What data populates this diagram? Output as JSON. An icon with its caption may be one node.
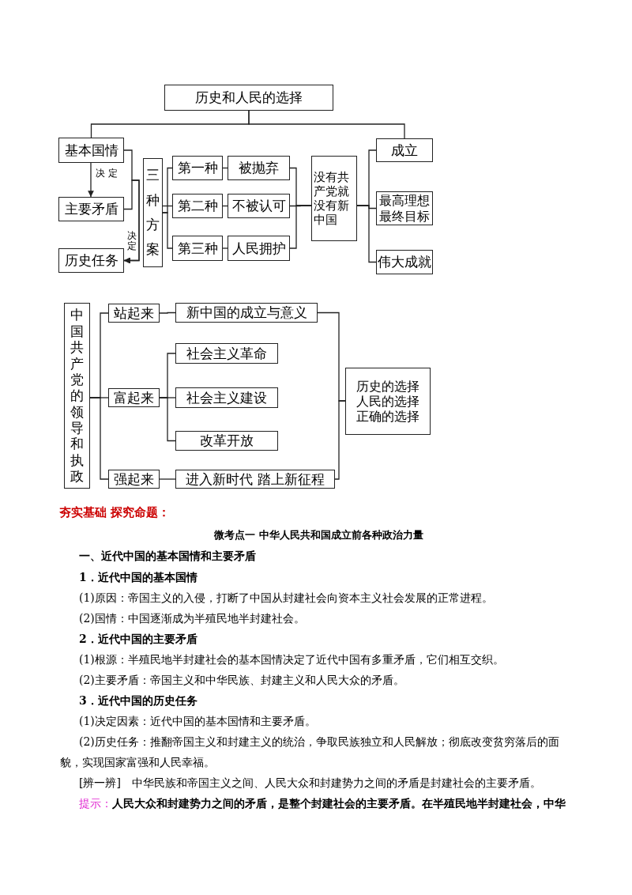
{
  "diagram": {
    "nodes": [
      {
        "text": [
          "历史和人民的选择"
        ]
      },
      {
        "text": [
          "基本国情"
        ]
      },
      {
        "text": [
          "主要矛盾"
        ]
      },
      {
        "text": [
          "历史任务"
        ]
      },
      {
        "text": [
          "三种方案"
        ]
      },
      {
        "text": [
          "第一种"
        ]
      },
      {
        "text": [
          "被抛弃"
        ]
      },
      {
        "text": [
          "第二种"
        ]
      },
      {
        "text": [
          "不被认可"
        ]
      },
      {
        "text": [
          "第三种"
        ]
      },
      {
        "text": [
          "人民拥护"
        ]
      },
      {
        "text": [
          "没有共产党就没有新中国"
        ]
      },
      {
        "text": [
          "成立"
        ]
      },
      {
        "text": [
          "最高理想",
          "最终目标"
        ]
      },
      {
        "text": [
          "伟大成就"
        ]
      },
      {
        "text": [
          "中国共产党的领导和执政"
        ]
      },
      {
        "text": [
          "站起来"
        ]
      },
      {
        "text": [
          "新中国的成立与意义"
        ]
      },
      {
        "text": [
          "富起来"
        ]
      },
      {
        "text": [
          "社会主义革命"
        ]
      },
      {
        "text": [
          "社会主义建设"
        ]
      },
      {
        "text": [
          "改革开放"
        ]
      },
      {
        "text": [
          "强起来"
        ]
      },
      {
        "text": [
          "进入新时代 踏上新征程"
        ]
      },
      {
        "text": [
          "历史的选择",
          "人民的选择",
          "正确的选择"
        ]
      }
    ],
    "edges": [
      {
        "from": 0,
        "to": 1,
        "arrow": "none"
      },
      {
        "from": 0,
        "to": 12,
        "arrow": "none"
      },
      {
        "from": 1,
        "to": 2,
        "arrow": "to",
        "label": "决定"
      },
      {
        "from": 1,
        "to": 3,
        "arrow": "to",
        "label": "决定"
      },
      {
        "from": 2,
        "to": 3,
        "arrow": "to"
      },
      {
        "from": 4,
        "to": 5,
        "arrow": "none"
      },
      {
        "from": 4,
        "to": 7,
        "arrow": "none"
      },
      {
        "from": 4,
        "to": 9,
        "arrow": "none"
      },
      {
        "from": 5,
        "to": 6,
        "arrow": "none"
      },
      {
        "from": 7,
        "to": 8,
        "arrow": "none"
      },
      {
        "from": 9,
        "to": 10,
        "arrow": "none"
      },
      {
        "from": 6,
        "to": 11,
        "arrow": "none"
      },
      {
        "from": 8,
        "to": 11,
        "arrow": "none"
      },
      {
        "from": 10,
        "to": 11,
        "arrow": "none"
      },
      {
        "from": 11,
        "to": 12,
        "arrow": "none"
      },
      {
        "from": 11,
        "to": 13,
        "arrow": "none"
      },
      {
        "from": 11,
        "to": 14,
        "arrow": "none"
      },
      {
        "from": 15,
        "to": 16,
        "arrow": "none"
      },
      {
        "from": 15,
        "to": 18,
        "arrow": "none"
      },
      {
        "from": 15,
        "to": 22,
        "arrow": "none"
      },
      {
        "from": 16,
        "to": 17,
        "arrow": "none"
      },
      {
        "from": 18,
        "to": 19,
        "arrow": "none"
      },
      {
        "from": 18,
        "to": 20,
        "arrow": "none"
      },
      {
        "from": 18,
        "to": 21,
        "arrow": "none"
      },
      {
        "from": 22,
        "to": 23,
        "arrow": "none"
      },
      {
        "from": 17,
        "to": 24,
        "arrow": "none"
      },
      {
        "from": 23,
        "to": 24,
        "arrow": "none"
      }
    ],
    "labels": [
      "夯实基础 探究命题：",
      "微考点一 中华人民共和国成立前各种政治力量",
      "一、近代中国的基本国情和主要矛盾",
      "1．近代中国的基本国情",
      "(1)原因：帝国主义的入侵，打断了中国从封建社会向资本主义社会发展的正常进程。",
      "(2)国情：中国逐渐成为半殖民地半封建社会。",
      "2．近代中国的主要矛盾",
      "(1)根源：半殖民地半封建社会的基本国情决定了近代中国有多重矛盾，它们相互交织。",
      "(2)主要矛盾：帝国主义和中华民族、封建主义和人民大众的矛盾。",
      "3．近代中国的历史任务",
      "(1)决定因素：近代中国的基本国情和主要矛盾。",
      "(2)历史任务：推翻帝国主义和封建主义的统治，争取民族独立和人民解放；彻底改变贫穷落后的面貌，实现国家富强和人民幸福。",
      "[辨一辨]　中华民族和帝国主义之间、人民大众和封建势力之间的矛盾是封建社会的主要矛盾。",
      "提示：",
      "人民大众和封建势力之间的矛盾，是整个封建社会的主要矛盾。在半殖民地半封建社会，中华"
    ]
  }
}
